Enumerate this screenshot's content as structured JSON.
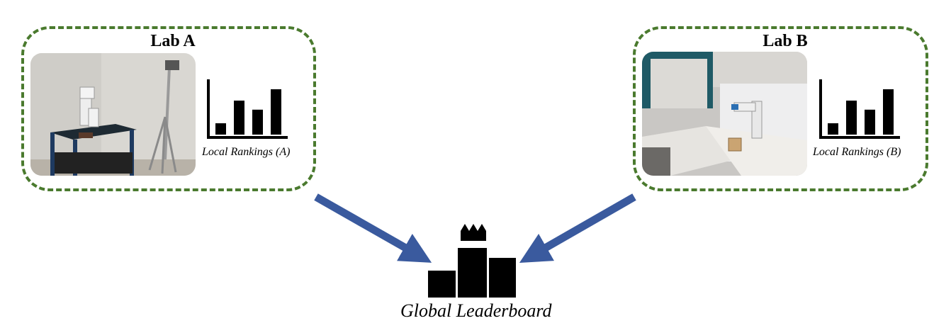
{
  "lab_a": {
    "title": "Lab A",
    "caption": "Local Rankings (A)",
    "bars": [
      0.25,
      0.75,
      0.55,
      1.0
    ]
  },
  "lab_b": {
    "title": "Lab B",
    "caption": "Local Rankings (B)",
    "bars": [
      0.25,
      0.75,
      0.55,
      1.0
    ]
  },
  "global": {
    "caption": "Global Leaderboard"
  },
  "colors": {
    "border": "#4a7a2e",
    "arrow": "#3a5a9e",
    "bars": "#000000"
  }
}
